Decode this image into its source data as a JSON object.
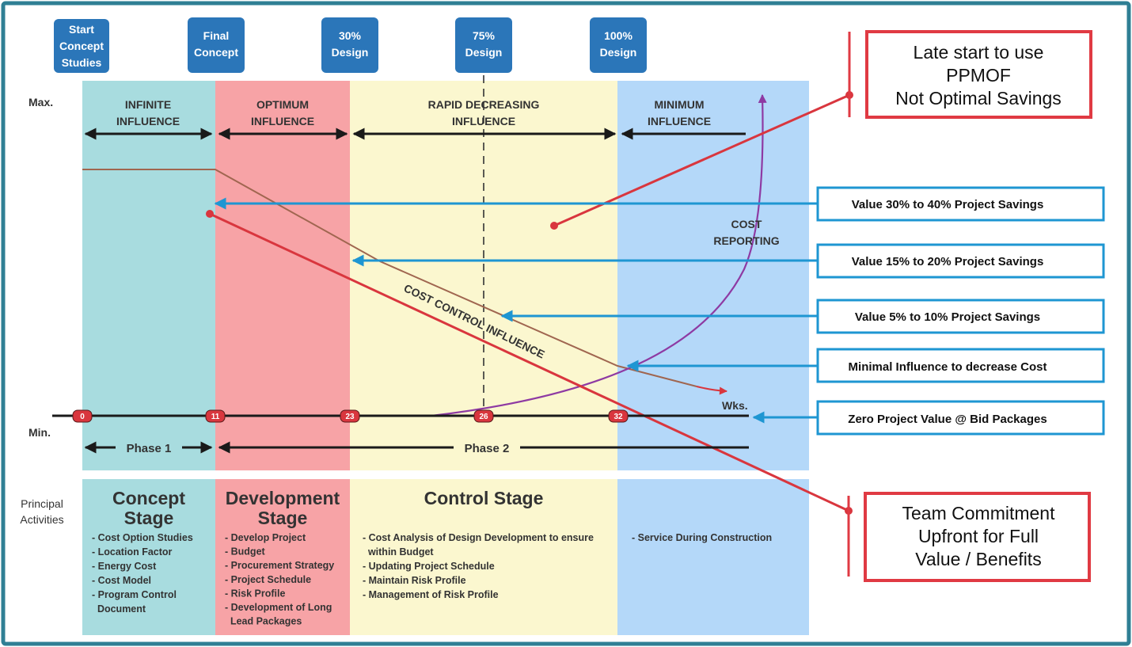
{
  "colors": {
    "frame": "#2f7f94",
    "concept_band": "#a8dcdf",
    "development_band": "#f7a3a6",
    "control_band": "#fbf7cf",
    "service_band": "#b4d8f9",
    "milestone_box": "#2b76b9",
    "marker_fill": "#d9363e",
    "callout_border": "#e03a43",
    "value_border": "#1e96d2",
    "value_arrow": "#1e96d2",
    "influence_curve": "#a06650",
    "team_line": "#d9363e",
    "cost_reporting_curve": "#8e3aa3",
    "black_arrow": "#1a1a1a"
  },
  "milestones": [
    "Start\nConcept\nStudies",
    "Final\nConcept",
    "30%\nDesign",
    "75%\nDesign",
    "100%\nDesign"
  ],
  "axis": {
    "max_label": "Max.",
    "min_label": "Min.",
    "weeks_label": "Wks.",
    "week_markers": [
      "0",
      "11",
      "23",
      "26",
      "32"
    ]
  },
  "influence_zones": [
    "INFINITE\nINFLUENCE",
    "OPTIMUM\nINFLUENCE",
    "RAPID DECREASING\nINFLUENCE",
    "MINIMUM\nINFLUENCE"
  ],
  "phases": [
    "Phase 1",
    "Phase 2"
  ],
  "curve_labels": {
    "cost_control": "COST CONTROL INFLUENCE",
    "cost_reporting": "COST\nREPORTING"
  },
  "callouts": {
    "late_start": "Late start to use\nPPMOF\nNot Optimal Savings",
    "team_commitment": "Team Commitment\nUpfront for Full\nValue / Benefits"
  },
  "value_boxes": [
    "Value 30% to 40% Project Savings",
    "Value 15% to 20% Project Savings",
    "Value 5% to 10% Project Savings",
    "Minimal Influence to decrease Cost",
    "Zero Project Value @ Bid Packages"
  ],
  "principal_activities_label": "Principal\nActivities",
  "stages": [
    {
      "title": "Concept\nStage",
      "items": [
        "- Cost Option Studies",
        "- Location Factor",
        "- Energy Cost",
        "- Cost Model",
        "- Program Control\n  Document"
      ]
    },
    {
      "title": "Development\nStage",
      "items": [
        "- Develop Project",
        "- Budget",
        "- Procurement Strategy",
        "- Project Schedule",
        "- Risk Profile",
        "- Development of Long\n  Lead Packages"
      ]
    },
    {
      "title": "Control Stage",
      "items": [
        "- Cost Analysis of Design Development to ensure\n  within Budget",
        "- Updating Project Schedule",
        "- Maintain Risk Profile",
        "- Management of Risk Profile"
      ]
    },
    {
      "title": "",
      "items": [
        "- Service During Construction"
      ]
    }
  ]
}
